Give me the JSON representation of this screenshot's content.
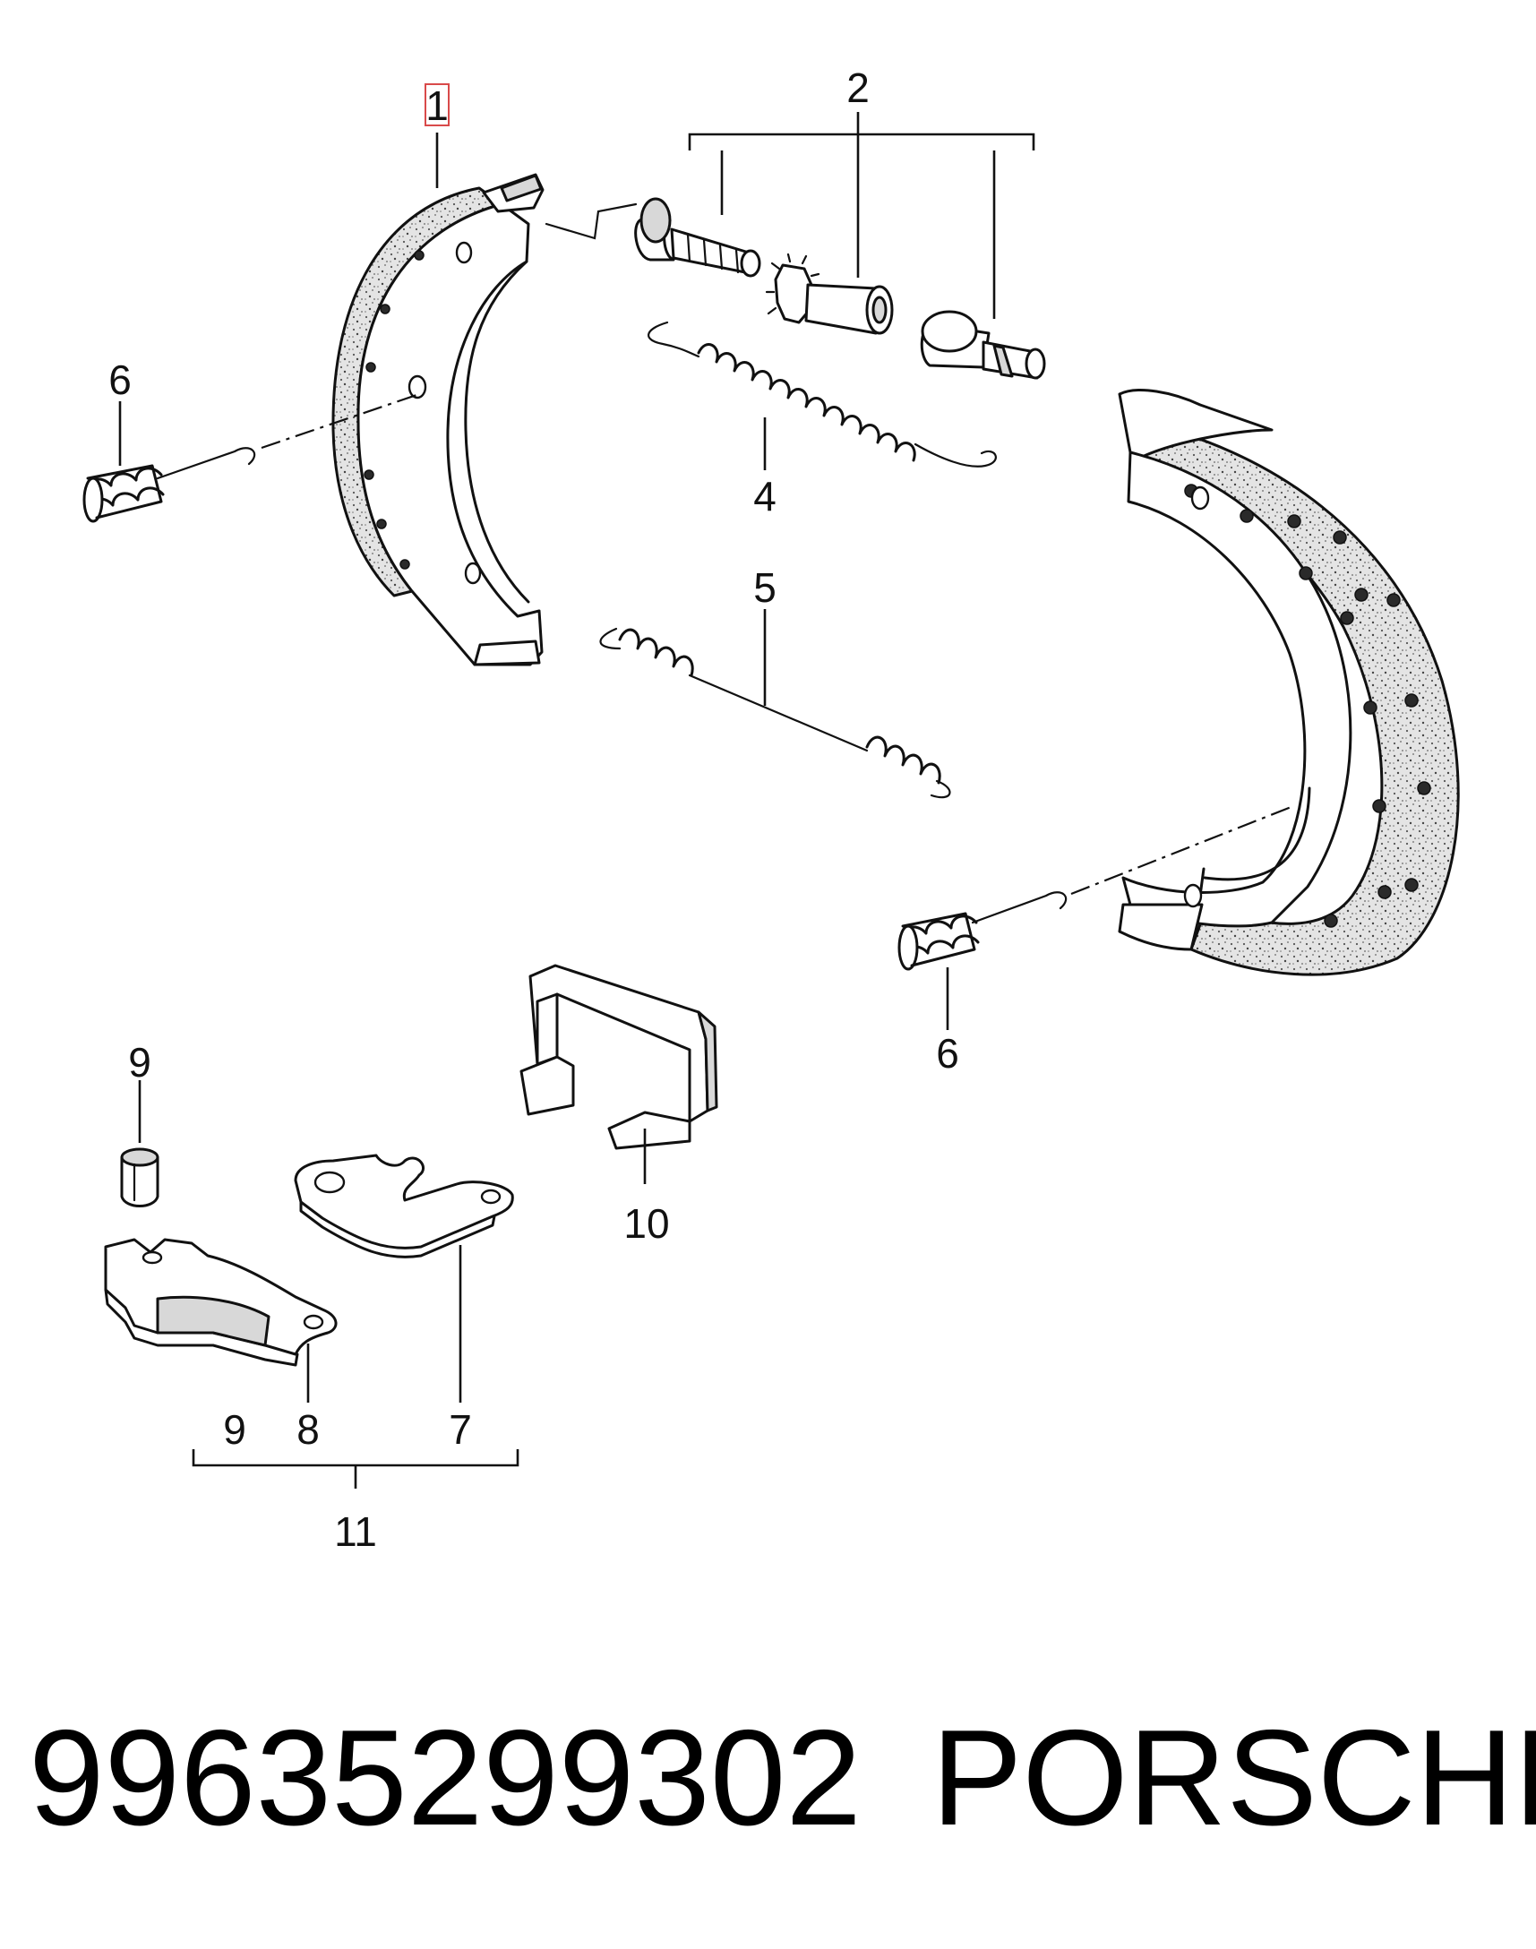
{
  "callouts": {
    "c1": "1",
    "c2": "2",
    "c4": "4",
    "c5": "5",
    "c6a": "6",
    "c6b": "6",
    "c7": "7",
    "c8": "8",
    "c9a": "9",
    "c9b": "9",
    "c10": "10",
    "c11": "11"
  },
  "footer": {
    "part_number": "99635299302",
    "brand": "PORSCHE"
  },
  "colors": {
    "line": "#111111",
    "highlight_box": "#d94a4a",
    "background": "#ffffff"
  }
}
